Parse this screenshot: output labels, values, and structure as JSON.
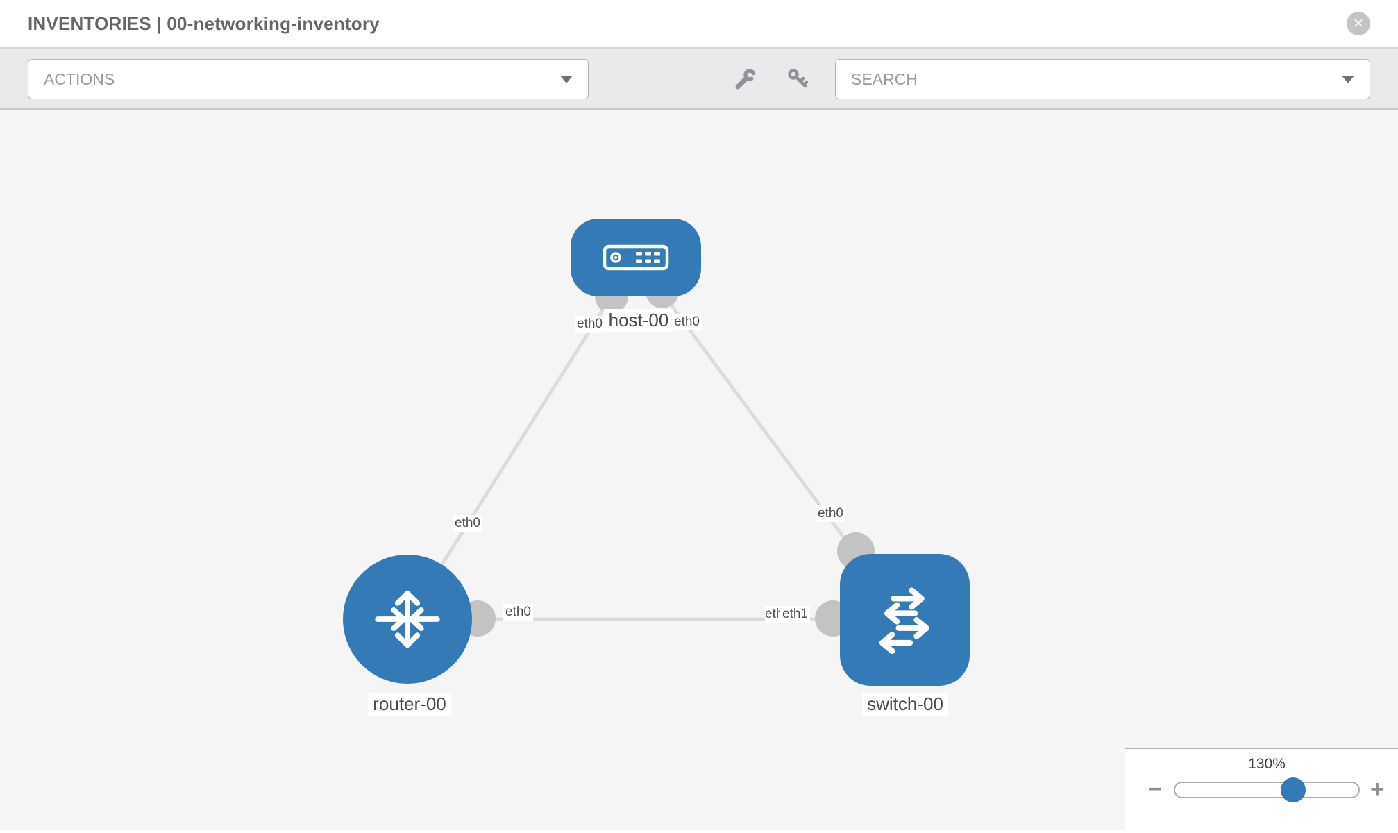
{
  "header": {
    "title": "INVENTORIES | 00-networking-inventory",
    "close_icon": "✕"
  },
  "toolbar": {
    "actions_label": "ACTIONS",
    "search_label": "SEARCH"
  },
  "topology": {
    "nodes": [
      {
        "id": "host-00",
        "type": "host",
        "label": "host-00"
      },
      {
        "id": "router-00",
        "type": "router",
        "label": "router-00"
      },
      {
        "id": "switch-00",
        "type": "switch",
        "label": "switch-00"
      }
    ],
    "links": [
      {
        "from": "host-00",
        "to": "router-00",
        "from_interface": "eth0",
        "to_interface": "eth0"
      },
      {
        "from": "host-00",
        "to": "switch-00",
        "from_interface": "eth0",
        "to_interface": "eth0"
      },
      {
        "from": "router-00",
        "to": "switch-00",
        "from_interface": "eth0",
        "to_interface": "eth1"
      }
    ],
    "overlapped_label": "eth0"
  },
  "zoom_control": {
    "level": "130%",
    "minus": "−",
    "plus": "+"
  },
  "colors": {
    "node_blue": "#337ab7",
    "link_gray": "#dbdbdb",
    "connector_gray": "#c3c3c3",
    "toolbar_bg": "#eaeaea",
    "canvas_bg": "#f5f5f5"
  }
}
